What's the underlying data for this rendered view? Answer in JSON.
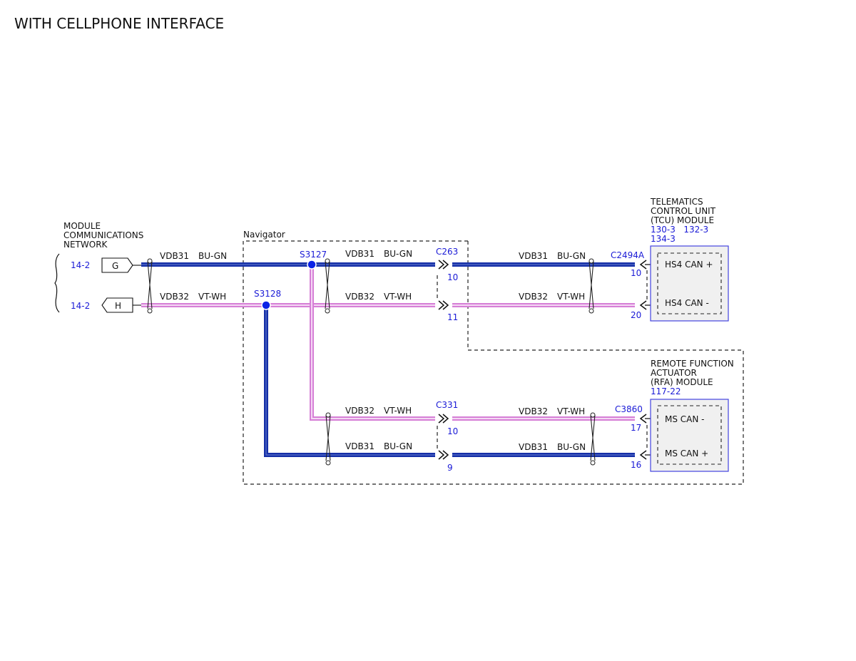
{
  "title": "WITH CELLPHONE INTERFACE",
  "colors": {
    "bu_gn_wire": "#1630a8",
    "vt_wh_wire": "#d67fd6",
    "vt_wh_core": "#f4d7f4",
    "reference_text": "#1a1ad6",
    "splice": "#0b22e6",
    "module_border": "#4444e0",
    "module_fill": "#f0f0f0"
  },
  "network": {
    "label_lines": [
      "MODULE",
      "COMMUNICATIONS",
      "NETWORK"
    ],
    "ref_g": "14-2",
    "ref_h": "14-2",
    "connector_g": "G",
    "connector_h": "H"
  },
  "navigator": {
    "label": "Navigator"
  },
  "wires": {
    "circuit_31": "VDB31",
    "color_31": "BU-GN",
    "circuit_32": "VDB32",
    "color_32": "VT-WH"
  },
  "splices": {
    "s3127": "S3127",
    "s3128": "S3128"
  },
  "connectors": {
    "c263": {
      "name": "C263",
      "pin_a": "10",
      "pin_b": "11"
    },
    "c331": {
      "name": "C331",
      "pin_a": "10",
      "pin_b": "9"
    },
    "c2494a": {
      "name": "C2494A",
      "pin_a": "10",
      "pin_b": "20"
    },
    "c3860": {
      "name": "C3860",
      "pin_a": "17",
      "pin_b": "16"
    }
  },
  "tcu": {
    "label_lines": [
      "TELEMATICS",
      "CONTROL UNIT",
      "(TCU) MODULE"
    ],
    "refs_line1": "130-3   132-3",
    "refs_line2": "134-3",
    "pin_high": "HS4 CAN +",
    "pin_low": "HS4 CAN -"
  },
  "rfa": {
    "label_lines": [
      "REMOTE FUNCTION",
      "ACTUATOR",
      "(RFA) MODULE"
    ],
    "refs": "117-22",
    "pin_low": "MS CAN -",
    "pin_high": "MS CAN +"
  }
}
